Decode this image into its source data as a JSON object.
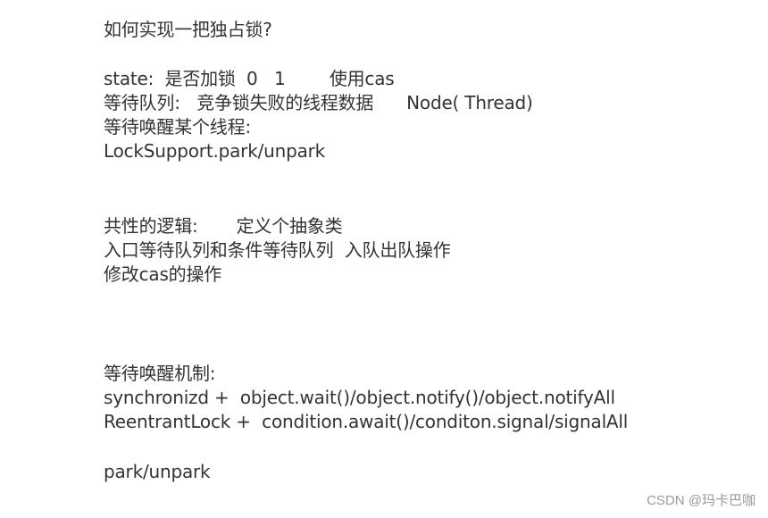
{
  "note": {
    "title": "如何实现一把独占锁?",
    "lines": [
      "state:  是否加锁  0   1        使用cas",
      "等待队列:   竞争锁失败的线程数据      Node( Thread)",
      "等待唤醒某个线程:",
      "LockSupport.park/unpark",
      "共性的逻辑:       定义个抽象类",
      "入口等待队列和条件等待队列  入队出队操作",
      "修改cas的操作",
      "等待唤醒机制:",
      "synchronizd +  object.wait()/object.notify()/object.notifyAll",
      "ReentrantLock +  condition.await()/conditon.signal/signalAll",
      "park/unpark"
    ]
  },
  "watermark": "CSDN @玛卡巴咖"
}
